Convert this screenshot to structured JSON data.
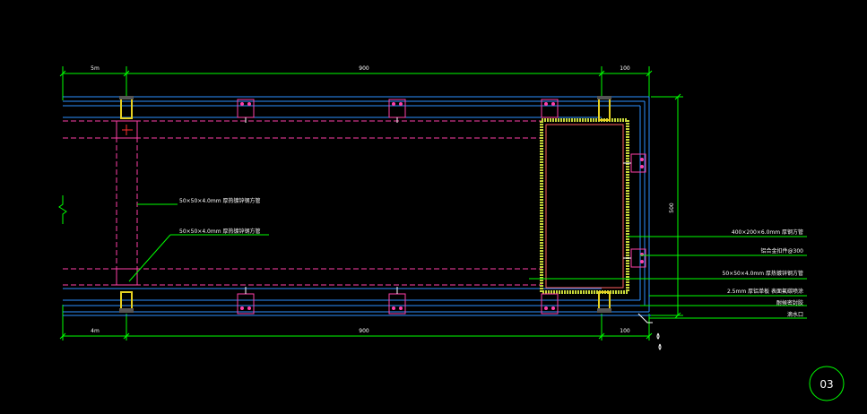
{
  "drawing": {
    "dimensions": {
      "top_left": "5m",
      "top_mid": "900",
      "top_right": "100",
      "bottom_left": "4m",
      "bottom_mid": "900",
      "bottom_right": "100",
      "right_vertical": "500"
    },
    "callouts": {
      "inner_left_1": "50×50×4.0mm  厚热镀锌钢方管",
      "inner_left_2": "50×50×4.0mm  厚热镀锌钢方管",
      "right_1": "400×200×6.0mm  厚钢方管",
      "right_2": "铝合金扣件@300",
      "right_3": "50×50×4.0mm  厚热镀锌钢方管",
      "right_4": "2.5mm  厚铝单板 表面氟碳喷涂",
      "right_5": "耐候密封胶",
      "right_6": "滴水口"
    },
    "sheet_badge": "03"
  },
  "colors": {
    "background": "#000000",
    "dimension": "#00ff00",
    "outline": "#2b8fff",
    "inner_dashed": "#ff3fa8",
    "hatch": "#c8d83a",
    "text": "#ffffff"
  }
}
